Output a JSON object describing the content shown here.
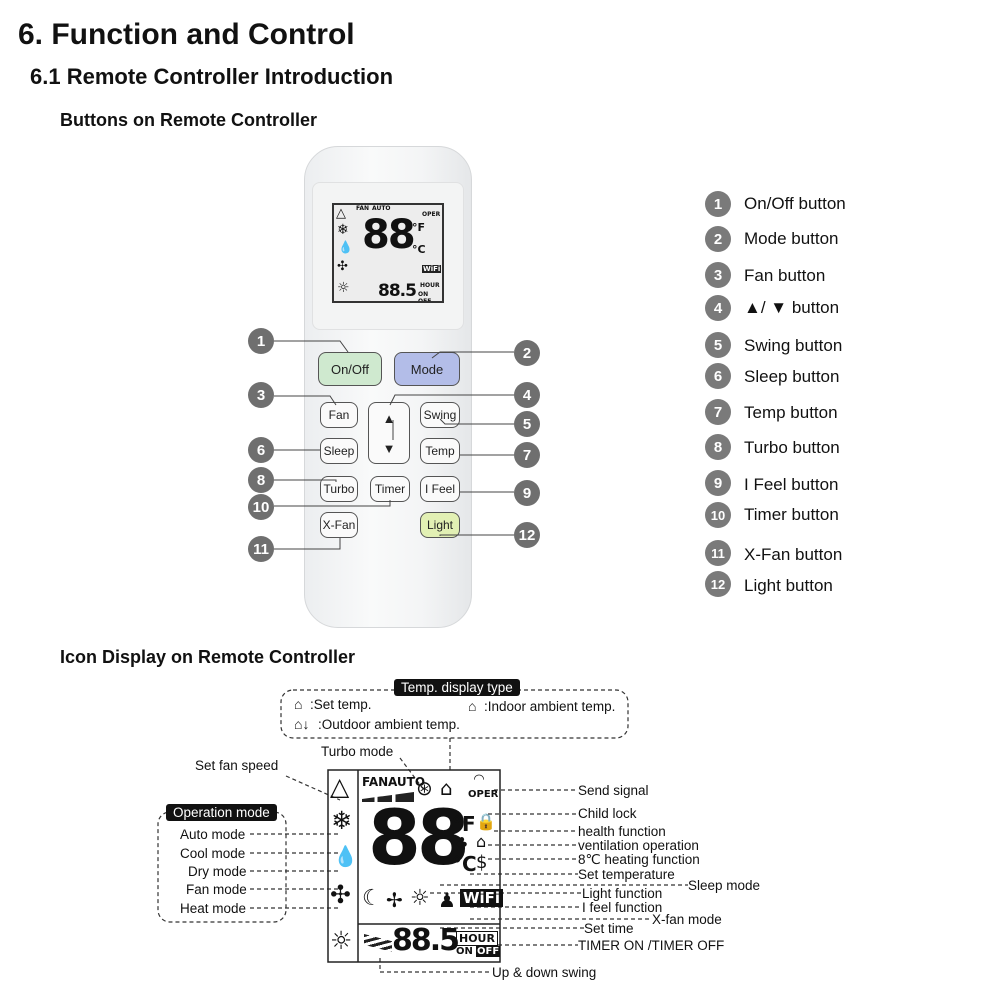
{
  "header": {
    "title": "6. Function and Control",
    "subtitle": "6.1 Remote Controller Introduction",
    "buttons_heading": "Buttons on Remote Controller",
    "icons_heading": "Icon Display on Remote Controller"
  },
  "remote_buttons": {
    "on_off": "On/Off",
    "mode": "Mode",
    "fan": "Fan",
    "swing": "Swing",
    "sleep": "Sleep",
    "temp": "Temp",
    "turbo": "Turbo",
    "timer": "Timer",
    "i_feel": "I Feel",
    "x_fan": "X-Fan",
    "light": "Light",
    "up": "▲",
    "down": "▼"
  },
  "callouts": [
    "1",
    "2",
    "3",
    "4",
    "5",
    "6",
    "7",
    "8",
    "9",
    "10",
    "11",
    "12"
  ],
  "legend": [
    {
      "num": "1",
      "label": "On/Off button"
    },
    {
      "num": "2",
      "label": "Mode button"
    },
    {
      "num": "3",
      "label": "Fan button"
    },
    {
      "num": "4",
      "label": "▲/ ▼ button"
    },
    {
      "num": "5",
      "label": "Swing button"
    },
    {
      "num": "6",
      "label": "Sleep  button"
    },
    {
      "num": "7",
      "label": "Temp button"
    },
    {
      "num": "8",
      "label": "Turbo button"
    },
    {
      "num": "9",
      "label": "I Feel button"
    },
    {
      "num": "10",
      "label": "Timer button"
    },
    {
      "num": "11",
      "label": "X-Fan button"
    },
    {
      "num": "12",
      "label": "Light button"
    }
  ],
  "lcd_small": {
    "fan": "FAN",
    "auto": "AUTO",
    "oper": "OPER",
    "digits": "88",
    "deg_f": "°F",
    "deg_c": "°C",
    "wifi": "WiFi",
    "time": "88.5",
    "hour": "HOUR",
    "onoff": "ON OFF"
  },
  "icon_display": {
    "temp_display_type": "Temp. display type",
    "set_temp": ":Set temp.",
    "indoor_temp": ":Indoor ambient temp.",
    "outdoor_temp": ":Outdoor ambient temp.",
    "turbo_mode": "Turbo mode",
    "set_fan_speed": "Set fan speed",
    "operation_mode": "Operation mode",
    "modes": [
      "Auto mode",
      "Cool mode",
      "Dry mode",
      "Fan mode",
      "Heat mode"
    ],
    "right_labels": [
      "Send signal",
      "Child lock",
      "health function",
      "ventilation operation",
      "8℃ heating function",
      "Set temperature",
      "Sleep mode",
      "Light function",
      "I feel function",
      "X-fan mode",
      "Set time",
      "TIMER ON /TIMER OFF"
    ],
    "up_down_swing": "Up & down swing",
    "lcd": {
      "fan": "FAN",
      "auto": "AUTO",
      "oper": "OPER",
      "digits": "88",
      "deg_f": "°F",
      "deg_c": "°C",
      "wifi": "WiFi",
      "time": "88.5",
      "hour": "HOUR",
      "on": "ON",
      "off": "OFF"
    }
  },
  "colors": {
    "on_off_bg": "#cfe9cf",
    "mode_bg": "#b3bde8",
    "light_bg": "#e2f0b4",
    "callout_bg": "#6f6f6f"
  }
}
